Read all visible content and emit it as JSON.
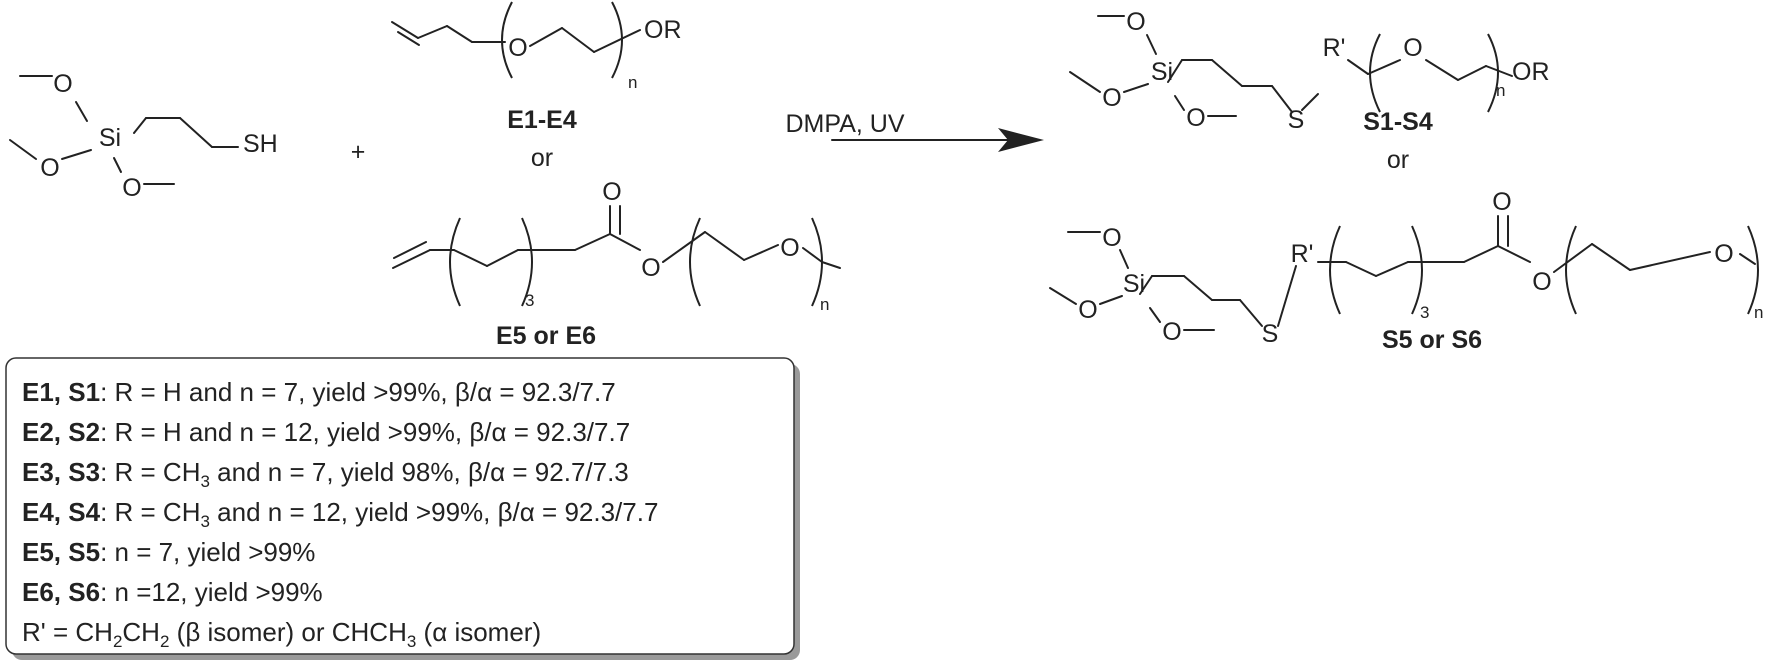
{
  "reactant_thiol": {
    "si": "Si",
    "o": "O",
    "sh": "SH"
  },
  "plus": "+",
  "ene_top": {
    "o": "O",
    "or": "OR",
    "n": "n",
    "label": "E1-E4"
  },
  "or_word": "or",
  "ene_bottom": {
    "o": "O",
    "o2": "O",
    "o3": "O",
    "three": "3",
    "n": "n",
    "label": "E5 or E6"
  },
  "arrow": {
    "conditions": "DMPA, UV"
  },
  "product_top": {
    "si": "Si",
    "o": "O",
    "s": "S",
    "rprime": "R'",
    "o_chain": "O",
    "n": "n",
    "or": "OR",
    "label": "S1-S4"
  },
  "product_bottom": {
    "si": "Si",
    "o": "O",
    "s": "S",
    "rprime": "R'",
    "o_carbonyl": "O",
    "o_ester": "O",
    "o_chain": "O",
    "three": "3",
    "n": "n",
    "label": "S5 or S6"
  },
  "legend": {
    "rows": [
      {
        "bold": "E1, S1",
        "text": ": R = H and n = 7, yield >99%, β/α = 92.3/7.7"
      },
      {
        "bold": "E2, S2",
        "text": ": R = H and n = 12, yield >99%, β/α = 92.3/7.7"
      },
      {
        "bold": "E3, S3",
        "pre": ": R = CH",
        "sub": "3",
        "post": " and n = 7, yield 98%, β/α = 92.7/7.3"
      },
      {
        "bold": "E4, S4",
        "pre": ": R = CH",
        "sub": "3",
        "post": " and n = 12, yield >99%, β/α = 92.3/7.7"
      },
      {
        "bold": "E5, S5",
        "text": ": n = 7, yield >99%"
      },
      {
        "bold": "E6, S6",
        "text": ": n =12, yield >99%"
      }
    ],
    "last": {
      "a": "R' = CH",
      "a_sub": "2",
      "b": "CH",
      "b_sub": "2",
      "c": " (β isomer) or CHCH",
      "c_sub": "3",
      "d": " (α isomer)"
    }
  }
}
